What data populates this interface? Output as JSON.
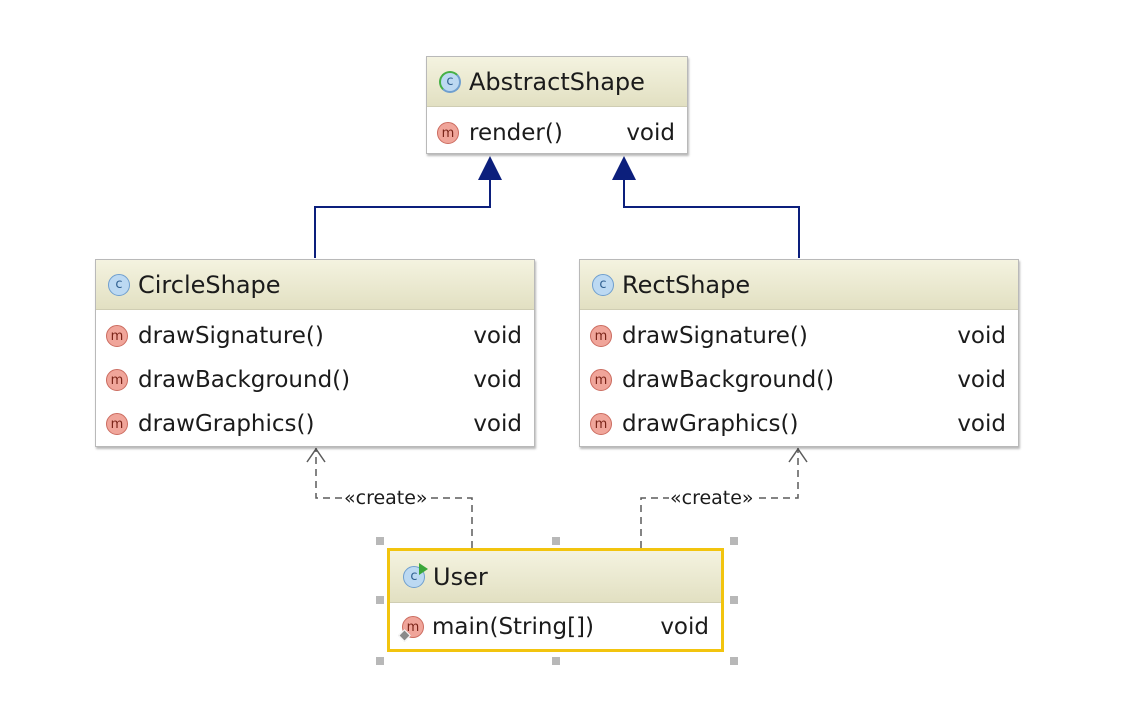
{
  "classes": {
    "abstract_shape": {
      "name": "AbstractShape",
      "icon": "abstract-class-icon",
      "methods": [
        {
          "name": "render()",
          "type": "void"
        }
      ]
    },
    "circle_shape": {
      "name": "CircleShape",
      "icon": "class-icon",
      "methods": [
        {
          "name": "drawSignature()",
          "type": "void"
        },
        {
          "name": "drawBackground()",
          "type": "void"
        },
        {
          "name": "drawGraphics()",
          "type": "void"
        }
      ]
    },
    "rect_shape": {
      "name": "RectShape",
      "icon": "class-icon",
      "methods": [
        {
          "name": "drawSignature()",
          "type": "void"
        },
        {
          "name": "drawBackground()",
          "type": "void"
        },
        {
          "name": "drawGraphics()",
          "type": "void"
        }
      ]
    },
    "user": {
      "name": "User",
      "icon": "runnable-class-icon",
      "selected": true,
      "methods": [
        {
          "name": "main(String[])",
          "type": "void",
          "static": true
        }
      ]
    }
  },
  "icons": {
    "class_letter": "c",
    "method_letter": "m"
  },
  "relations": {
    "create_label_left": "«create»",
    "create_label_right": "«create»"
  },
  "colors": {
    "inheritance": "#0c1f7c",
    "dependency": "#5b5b5b",
    "selection": "#f2c40e",
    "header_top": "#f4f3e0",
    "header_bottom": "#e2e0c2"
  }
}
